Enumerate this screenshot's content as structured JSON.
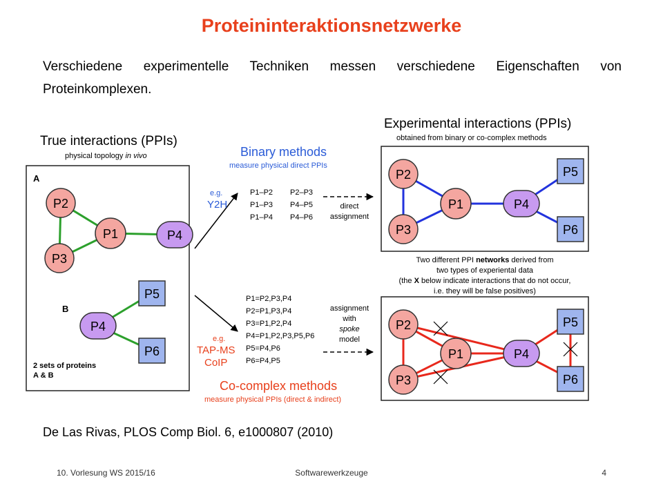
{
  "slide": {
    "title": "Proteininteraktionsnetzwerke",
    "intro": "Verschiedene experimentelle Techniken messen verschiedene Eigenschaften von Proteinkomplexen.",
    "citation": "De Las Rivas, PLOS Comp Biol. 6, e1000807 (2010)"
  },
  "footer": {
    "left": "10. Vorlesung WS 2015/16",
    "center": "Softwarewerkzeuge",
    "right": "4"
  },
  "figure": {
    "true_title": "True interactions (PPIs)",
    "true_sub_a": "physical topology ",
    "true_sub_b": "in vivo",
    "label_a": "A",
    "label_b": "B",
    "sets_line1": "2 sets of proteins",
    "sets_line2": "A & B",
    "binary_title": "Binary methods",
    "binary_sub": "measure physical direct PPIs",
    "eg1": "e.g.",
    "y2h": "Y2H",
    "binary_pairs_col1": [
      "P1–P2",
      "P1–P3",
      "P1–P4"
    ],
    "binary_pairs_col2": [
      "P2–P3",
      "P4–P5",
      "P4–P6"
    ],
    "direct_1": "direct",
    "direct_2": "assignment",
    "cocomplex_list": [
      "P1=P2,P3,P4",
      "P2=P1,P3,P4",
      "P3=P1,P2,P4",
      "P4=P1,P2,P3,P5,P6",
      "P5=P4,P6",
      "P6=P4,P5"
    ],
    "eg2": "e.g.",
    "tapms": "TAP-MS",
    "coip": "CoIP",
    "spoke_1": "assignment",
    "spoke_2": "with",
    "spoke_3": "spoke",
    "spoke_4": "model",
    "cocomplex_title": "Co-complex methods",
    "cocomplex_sub": "measure physical PPIs (direct & indirect)",
    "exp_title": "Experimental interactions (PPIs)",
    "exp_sub": "obtained from binary or co-complex methods",
    "mid_1a": "Two different PPI ",
    "mid_1b": "networks",
    "mid_1c": " derived from",
    "mid_2": "two types of experiental data",
    "mid_3a": "(the ",
    "mid_3b": "X",
    "mid_3c": " below indicate interactions that do not occur,",
    "mid_4": "i.e. they will be false positives)",
    "nodes": {
      "p1": "P1",
      "p2": "P2",
      "p3": "P3",
      "p4": "P4",
      "p5": "P5",
      "p6": "P6"
    }
  },
  "colors": {
    "title": "#e8401c",
    "blue_text": "#2a5bd7",
    "red_text": "#e8401c",
    "green_edge": "#2ca02c",
    "blue_edge": "#2233dd",
    "red_edge": "#e8281c",
    "node_pink": "#f4a6a0",
    "node_purple": "#c79af0",
    "node_blue": "#9fb5ee"
  }
}
